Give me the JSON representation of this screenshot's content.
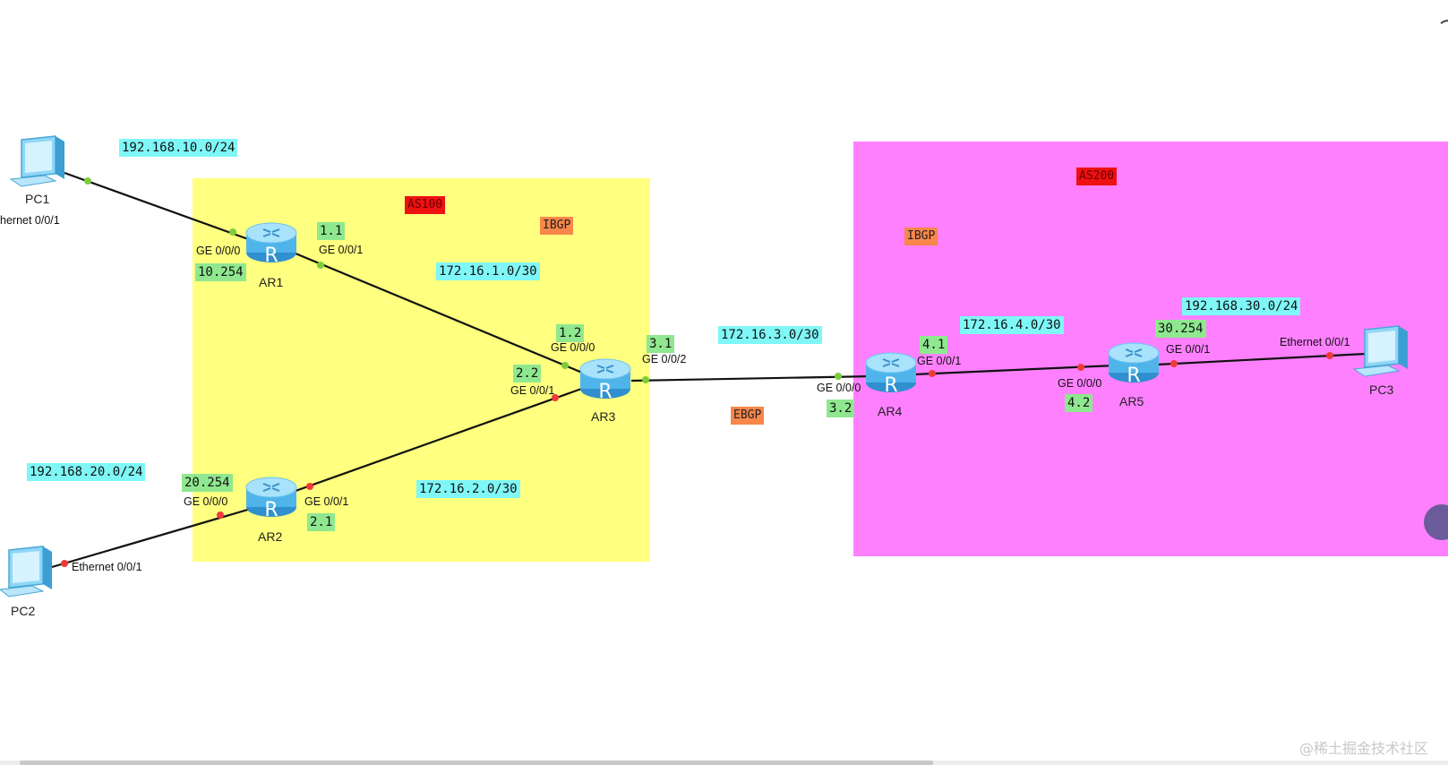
{
  "areas": {
    "as100": {
      "label": "AS100",
      "color": "#ffff80"
    },
    "as200": {
      "label": "AS200",
      "color": "#ff80ff"
    }
  },
  "protocols": {
    "ibgp_as100": "IBGP",
    "ibgp_as200": "IBGP",
    "ebgp": "EBGP"
  },
  "networks": {
    "pc1_lan": "192.168.10.0/24",
    "pc2_lan": "192.168.20.0/24",
    "pc3_lan": "192.168.30.0/24",
    "link_ar1_ar3": "172.16.1.0/30",
    "link_ar2_ar3": "172.16.2.0/30",
    "link_ar3_ar4": "172.16.3.0/30",
    "link_ar4_ar5": "172.16.4.0/30"
  },
  "ips": {
    "ar1_g0": "10.254",
    "ar1_g1": "1.1",
    "ar3_g0": "1.2",
    "ar3_g1": "2.2",
    "ar3_g2": "3.1",
    "ar2_g0": "20.254",
    "ar2_g1": "2.1",
    "ar4_g0": "3.2",
    "ar4_g1": "4.1",
    "ar5_g0": "4.2",
    "ar5_g1": "30.254"
  },
  "ports": {
    "pc1_eth": "hernet 0/0/1",
    "pc2_eth": "Ethernet 0/0/1",
    "pc3_eth": "Ethernet 0/0/1",
    "ar1_g0": "GE 0/0/0",
    "ar1_g1": "GE 0/0/1",
    "ar2_g0": "GE 0/0/0",
    "ar2_g1": "GE 0/0/1",
    "ar3_g0": "GE 0/0/0",
    "ar3_g1": "GE 0/0/1",
    "ar3_g2": "GE 0/0/2",
    "ar4_g0": "GE 0/0/0",
    "ar4_g1": "GE 0/0/1",
    "ar5_g0": "GE 0/0/0",
    "ar5_g1": "GE 0/0/1"
  },
  "devices": {
    "pc1": "PC1",
    "pc2": "PC2",
    "pc3": "PC3",
    "ar1": "AR1",
    "ar2": "AR2",
    "ar3": "AR3",
    "ar4": "AR4",
    "ar5": "AR5",
    "router_glyph": "R"
  },
  "icons": {
    "router": "router-icon",
    "pc": "pc-icon"
  },
  "colors": {
    "link": "#111111",
    "port_up": "#7ccc3c",
    "port_down": "#f03a3a",
    "router_body": "#5fc6ef"
  },
  "watermark": "@稀土掘金技术社区"
}
